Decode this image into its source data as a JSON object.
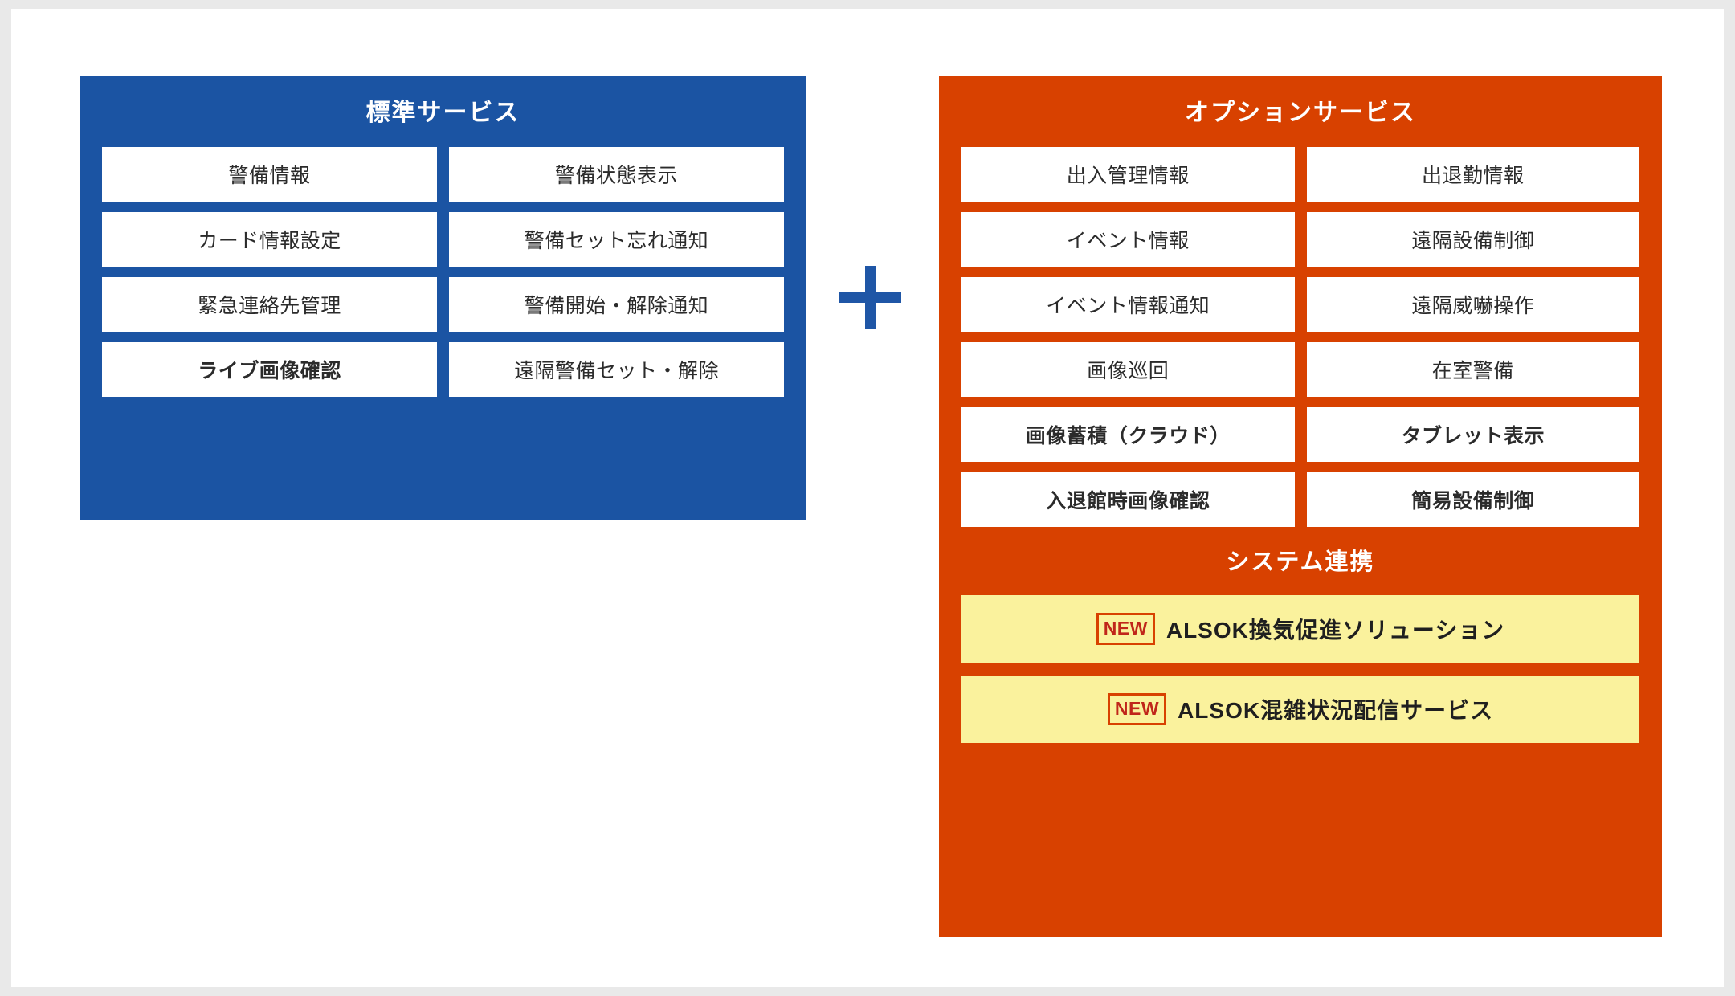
{
  "standard_panel": {
    "title": "標準サービス",
    "accent_color": "#1b54a3",
    "cells": [
      {
        "label": "警備情報",
        "bold": false
      },
      {
        "label": "警備状態表示",
        "bold": false
      },
      {
        "label": "カード情報設定",
        "bold": false
      },
      {
        "label": "警備セット忘れ通知",
        "bold": false
      },
      {
        "label": "緊急連絡先管理",
        "bold": false
      },
      {
        "label": "警備開始・解除通知",
        "bold": false
      },
      {
        "label": "ライブ画像確認",
        "bold": true
      },
      {
        "label": "遠隔警備セット・解除",
        "bold": false
      }
    ]
  },
  "option_panel": {
    "title": "オプションサービス",
    "accent_color": "#d84100",
    "cells": [
      {
        "label": "出入管理情報",
        "bold": false
      },
      {
        "label": "出退勤情報",
        "bold": false
      },
      {
        "label": "イベント情報",
        "bold": false
      },
      {
        "label": "遠隔設備制御",
        "bold": false
      },
      {
        "label": "イベント情報通知",
        "bold": false
      },
      {
        "label": "遠隔威嚇操作",
        "bold": false
      },
      {
        "label": "画像巡回",
        "bold": false
      },
      {
        "label": "在室警備",
        "bold": false
      },
      {
        "label": "画像蓄積（クラウド）",
        "bold": true
      },
      {
        "label": "タブレット表示",
        "bold": true
      },
      {
        "label": "入退館時画像確認",
        "bold": true
      },
      {
        "label": "簡易設備制御",
        "bold": true
      }
    ],
    "system_link": {
      "title": "システム連携",
      "banner_color": "#faf29d",
      "items": [
        {
          "badge": "NEW",
          "label": "ALSOK換気促進ソリューション"
        },
        {
          "badge": "NEW",
          "label": "ALSOK混雑状況配信サービス"
        }
      ]
    }
  },
  "connector": {
    "symbol": "plus-sign",
    "color": "#1f56a6"
  }
}
